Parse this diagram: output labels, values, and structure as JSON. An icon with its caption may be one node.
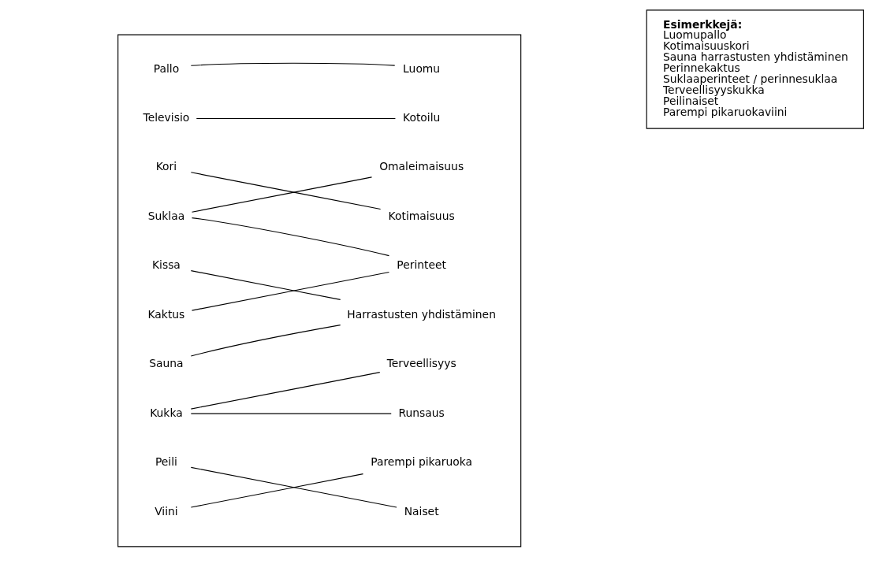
{
  "diagram": {
    "nodes": [
      {
        "text": [],
        "shape": "box"
      },
      {
        "text": [
          "Pallo"
        ],
        "in": 0
      },
      {
        "text": [
          "Kissa"
        ],
        "in": 0
      },
      {
        "text": [
          "Televisio"
        ],
        "in": 0
      },
      {
        "text": [
          "Kori"
        ],
        "in": 0
      },
      {
        "text": [
          "Suklaa"
        ],
        "in": 0
      },
      {
        "text": [
          "Kaktus"
        ],
        "in": 0
      },
      {
        "text": [
          "Peili"
        ],
        "in": 0
      },
      {
        "text": [
          "Kukka"
        ],
        "in": 0
      },
      {
        "text": [
          "Viini"
        ],
        "in": 0
      },
      {
        "text": [
          "Sauna"
        ],
        "in": 0
      },
      {
        "text": [
          "Luomu"
        ],
        "in": 0
      },
      {
        "text": [
          "Kotimaisuus"
        ],
        "in": 0
      },
      {
        "text": [
          "Omaleimaisuus"
        ],
        "in": 0
      },
      {
        "text": [
          "Kotoilu"
        ],
        "in": 0
      },
      {
        "text": [
          "Perinteet"
        ],
        "in": 0
      },
      {
        "text": [
          "Terveellisyys"
        ],
        "in": 0
      },
      {
        "text": [
          "Runsaus"
        ],
        "in": 0
      },
      {
        "text": [
          "Parempi pikaruoka"
        ],
        "in": 0
      },
      {
        "text": [
          "Naiset"
        ],
        "in": 0
      },
      {
        "text": [
          "Harrastusten yhdistäminen"
        ],
        "in": 0
      },
      {
        "text": [
          "Esimerkkejä:",
          "Luomupallo",
          "Kotimaisuuskori",
          "Sauna harrastusten yhdistäminen",
          "Perinnekaktus",
          "Suklaaperinteet / perinnesuklaa",
          "Terveellisyyskukka",
          "Peilinaiset",
          "Parempi pikaruokaviini"
        ]
      }
    ],
    "edges": [
      {
        "from": 1,
        "to": 11,
        "arrow": "none"
      },
      {
        "from": 2,
        "to": 20,
        "arrow": "none"
      },
      {
        "from": 3,
        "to": 14,
        "arrow": "none"
      },
      {
        "from": 4,
        "to": 12,
        "arrow": "none"
      },
      {
        "from": 5,
        "to": 13,
        "arrow": "none"
      },
      {
        "from": 5,
        "to": 15,
        "arrow": "none"
      },
      {
        "from": 6,
        "to": 15,
        "arrow": "none"
      },
      {
        "from": 7,
        "to": 19,
        "arrow": "none"
      },
      {
        "from": 8,
        "to": 16,
        "arrow": "none"
      },
      {
        "from": 8,
        "to": 17,
        "arrow": "none"
      },
      {
        "from": 9,
        "to": 18,
        "arrow": "none"
      },
      {
        "from": 10,
        "to": 20,
        "arrow": "none"
      }
    ]
  }
}
